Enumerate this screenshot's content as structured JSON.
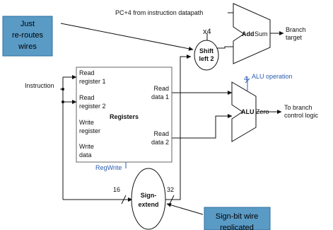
{
  "notes": {
    "reroute_lines": [
      "Just",
      "re-routes",
      "wires"
    ],
    "signbit_lines": [
      "Sign-bit wire",
      "replicated"
    ]
  },
  "signals": {
    "pc4": "PC+4 from instruction datapath",
    "instruction": "Instruction",
    "x4": "x4",
    "alu_operation": "ALU operation",
    "alu_op_width": "4",
    "regwrite": "RegWrite",
    "width_in": "16",
    "width_out": "32"
  },
  "units": {
    "add_title": "Add",
    "add_sum": "Sum",
    "branch_target_lines": [
      "Branch",
      "target"
    ],
    "shift_lines": [
      "Shift",
      "left 2"
    ],
    "alu_title": "ALU",
    "alu_zero": "Zero",
    "to_branch_lines": [
      "To branch",
      "control logic"
    ],
    "sign_extend_lines": [
      "Sign-",
      "extend"
    ]
  },
  "registers": {
    "title": "Registers",
    "read_reg1_lines": [
      "Read",
      "register 1"
    ],
    "read_reg2_lines": [
      "Read",
      "register 2"
    ],
    "write_reg_lines": [
      "Write",
      "register"
    ],
    "write_data_lines": [
      "Write",
      "data"
    ],
    "read_data1_lines": [
      "Read",
      "data 1"
    ],
    "read_data2_lines": [
      "Read",
      "data 2"
    ]
  }
}
